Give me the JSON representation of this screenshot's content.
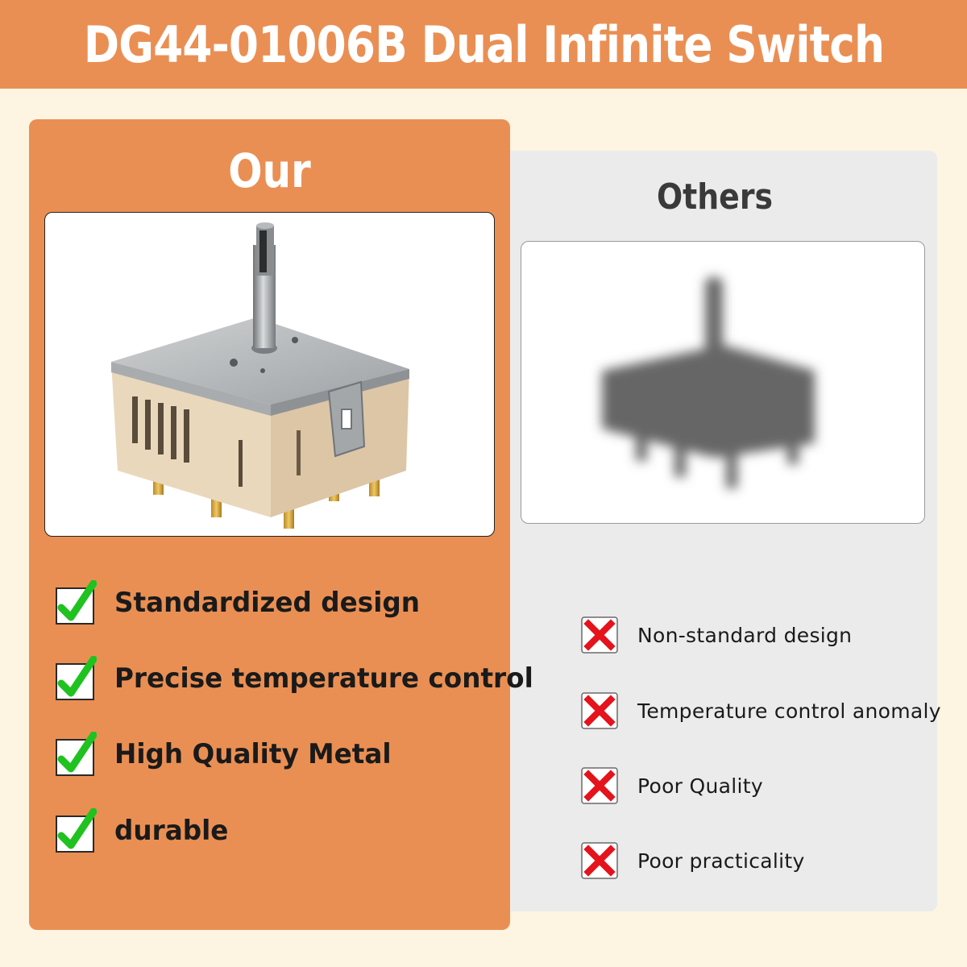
{
  "header": {
    "title": "DG44-01006B Dual Infinite Switch"
  },
  "ours": {
    "title": "Our",
    "features": [
      {
        "label": "Standardized design",
        "icon": "green-check-icon"
      },
      {
        "label": "Precise temperature control",
        "icon": "green-check-icon"
      },
      {
        "label": "High Quality Metal",
        "icon": "green-check-icon"
      },
      {
        "label": "durable",
        "icon": "green-check-icon"
      }
    ]
  },
  "others": {
    "title": "Others",
    "drawbacks": [
      {
        "label": "Non-standard design",
        "icon": "red-x-icon"
      },
      {
        "label": "Temperature control anomaly",
        "icon": "red-x-icon"
      },
      {
        "label": "Poor Quality",
        "icon": "red-x-icon"
      },
      {
        "label": "Poor practicality",
        "icon": "red-x-icon"
      }
    ]
  },
  "colors": {
    "accent_orange": "#ea8f53",
    "page_cream": "#fdf4e1",
    "others_panel_gray": "#ebebeb",
    "check_green": "#1fc21f",
    "cross_red": "#e4131c"
  }
}
